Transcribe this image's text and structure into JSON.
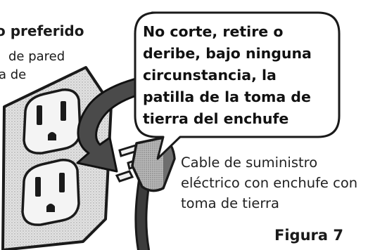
{
  "top_left": {
    "heading": "o preferido",
    "line1": "de pared",
    "line2": "a de"
  },
  "warning": {
    "lines": [
      "No corte, retire o",
      "deribe, bajo ninguna",
      "circunstancia, la",
      "patilla de la toma de",
      "tierra del enchufe"
    ]
  },
  "cable_caption": {
    "lines": [
      "Cable de suministro",
      "eléctrico con enchufe con",
      "toma de tierra"
    ]
  },
  "figure_label": "Figura 7",
  "colors": {
    "ink": "#1a1a1a",
    "outlet_face": "#d6d6d6",
    "arrow_fill": "#4a4a4a",
    "background": "#ffffff"
  },
  "icons": [
    "wall-outlet-icon",
    "curved-arrow-icon",
    "grounded-plug-icon",
    "callout-bubble-icon"
  ]
}
